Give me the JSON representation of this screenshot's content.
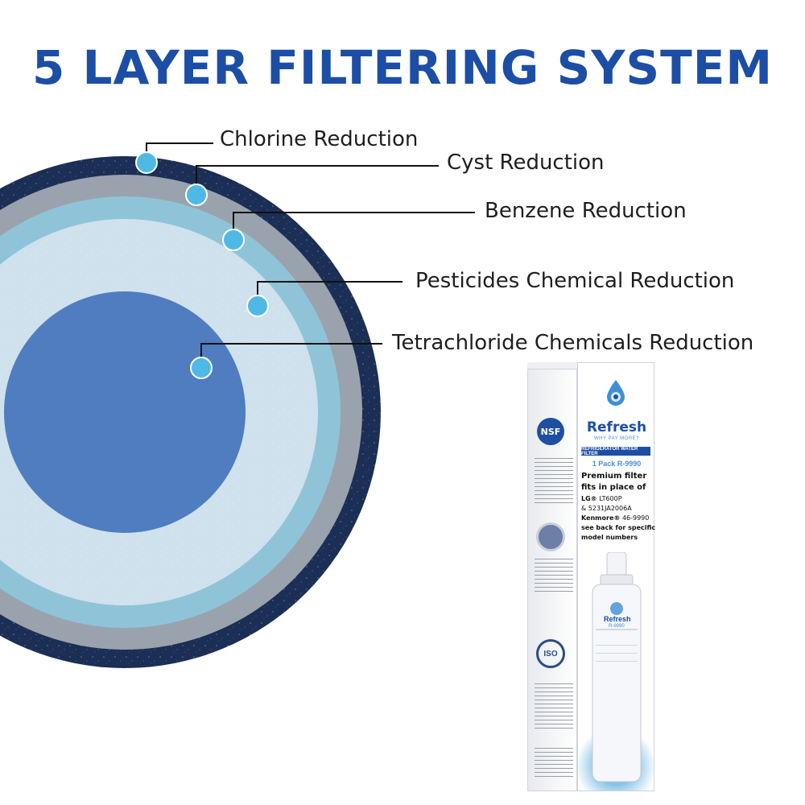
{
  "title": "5 LAYER FILTERING SYSTEM",
  "layers": [
    {
      "label": "Chlorine Reduction"
    },
    {
      "label": "Cyst Reduction"
    },
    {
      "label": "Benzene Reduction"
    },
    {
      "label": "Pesticides Chemical Reduction"
    },
    {
      "label": "Tetrachloride Chemicals Reduction"
    }
  ],
  "colors": {
    "title": "#1c4ea6",
    "ring_outer": "#1b2e55",
    "ring_2": "#9aa3ad",
    "ring_3": "#8fc4d8",
    "ring_4": "#cfe1ec",
    "core": "#4f7dc0",
    "marker": "#4fb9e6"
  },
  "product": {
    "brand": "Refresh",
    "slogan": "WHY PAY MORE?",
    "category": "REFRIGERATOR WATER FILTER",
    "pack": "1 Pack R-9990",
    "line1": "Premium filter",
    "line2": "fits in place of",
    "lg": "LG®",
    "lg_model": "LT600P",
    "lg_model2": "& 5231JA2006A",
    "kenmore": "Kenmore®",
    "kenmore_model": "46-9990",
    "line3": "see back for specific",
    "line4": "model numbers",
    "nsf": "NSF",
    "iso": "ISO",
    "cart_brand": "Refresh",
    "cart_model": "R-9990"
  }
}
